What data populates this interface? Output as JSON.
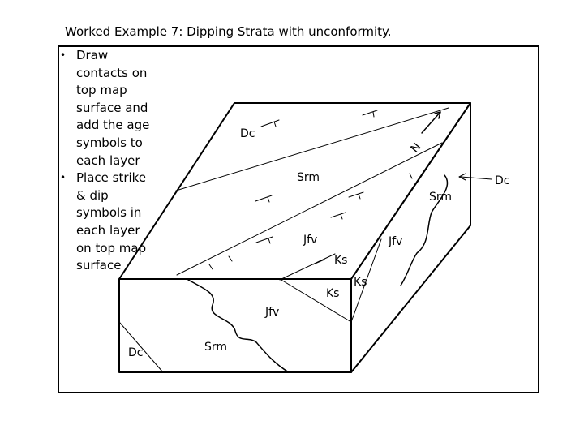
{
  "title": "Worked Example 7: Dipping Strata with unconformity.",
  "bullets": [
    "Draw contacts on top map surface and add the age symbols to each layer",
    "Place strike & dip symbols in each layer on top map surface"
  ],
  "labels": {
    "top_dc": "Dc",
    "top_srm": "Srm",
    "top_jfv": "Jfv",
    "top_ks": "Ks",
    "north": "N",
    "side_srm": "Srm",
    "side_jfv": "Jfv",
    "side_dc": "Dc",
    "side_ks": "Ks",
    "front_ks": "Ks",
    "front_jfv": "Jfv",
    "front_dc": "Dc",
    "front_srm": "Srm"
  }
}
